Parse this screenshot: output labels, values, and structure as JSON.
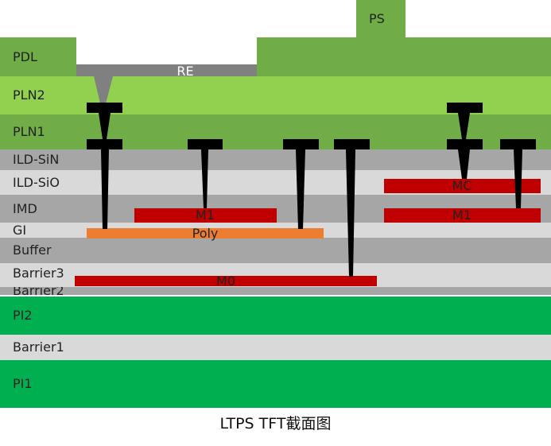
{
  "layers": {
    "pdl": "PDL",
    "pln2": "PLN2",
    "pln1": "PLN1",
    "ild_sin": "ILD-SiN",
    "ild_sio": "ILD-SiO",
    "imd": "IMD",
    "gi": "GI",
    "buffer": "Buffer",
    "barrier3": "Barrier3",
    "barrier2": "Barrier2",
    "pi2": "PI2",
    "barrier1": "Barrier1",
    "pi1": "PI1"
  },
  "features": {
    "ps": "PS",
    "re": "RE",
    "m1_left": "M1",
    "m1_right": "M1",
    "mc": "MC",
    "poly": "Poly",
    "m0": "M0"
  },
  "caption": "LTPS TFT截面图",
  "colors": {
    "pdl": "#70ad47",
    "pln2": "#92d050",
    "pln1": "#70ad47",
    "gray_dark": "#a6a6a6",
    "gray_light": "#d9d9d9",
    "pi": "#00b050",
    "metal": "#c00000",
    "poly": "#ed7d31",
    "re": "#808080",
    "via": "#000000"
  }
}
